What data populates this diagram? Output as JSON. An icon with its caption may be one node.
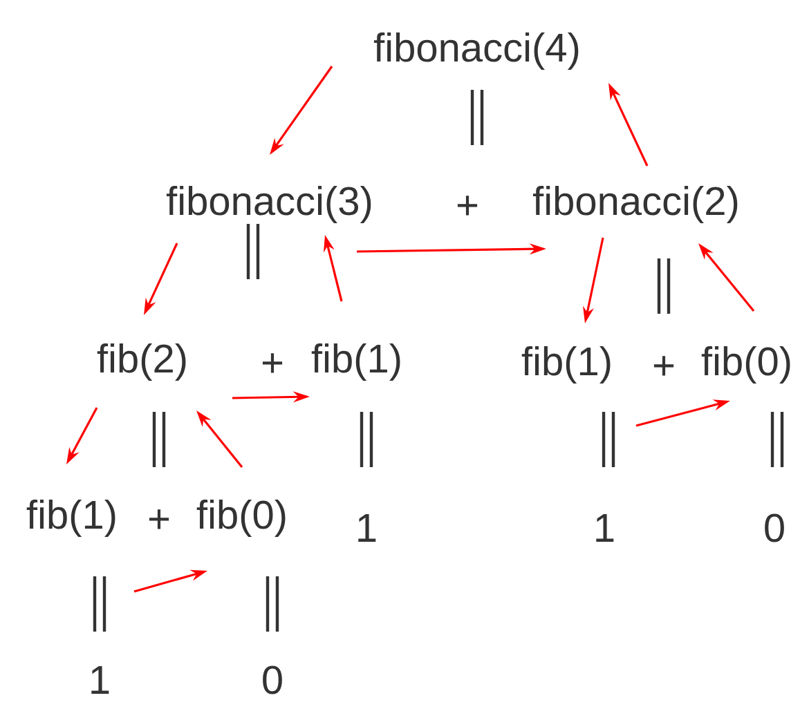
{
  "diagram": {
    "nodes": [
      {
        "text": [
          "fibonacci(4)"
        ]
      },
      {
        "text": [
          "fibonacci(3)"
        ]
      },
      {
        "text": [
          "fibonacci(2)"
        ]
      },
      {
        "text": [
          "fib(2)"
        ]
      },
      {
        "text": [
          "fib(1)"
        ]
      },
      {
        "text": [
          "fib(1)"
        ]
      },
      {
        "text": [
          "fib(0)"
        ]
      },
      {
        "text": [
          "fib(1)"
        ]
      },
      {
        "text": [
          "fib(0)"
        ]
      },
      {
        "text": [
          "1"
        ]
      },
      {
        "text": [
          "1"
        ]
      },
      {
        "text": [
          "0"
        ]
      },
      {
        "text": [
          "1"
        ]
      },
      {
        "text": [
          "0"
        ]
      }
    ],
    "edges": [
      {
        "from": 0,
        "to": 1,
        "arrow": "to"
      },
      {
        "from": 1,
        "to": 3,
        "arrow": "to"
      },
      {
        "from": 3,
        "to": 7,
        "arrow": "to"
      },
      {
        "from": 7,
        "to": 8,
        "arrow": "to"
      },
      {
        "from": 8,
        "to": 3,
        "arrow": "to"
      },
      {
        "from": 3,
        "to": 4,
        "arrow": "to"
      },
      {
        "from": 4,
        "to": 1,
        "arrow": "to"
      },
      {
        "from": 1,
        "to": 2,
        "arrow": "to"
      },
      {
        "from": 2,
        "to": 5,
        "arrow": "to"
      },
      {
        "from": 5,
        "to": 6,
        "arrow": "to"
      },
      {
        "from": 6,
        "to": 2,
        "arrow": "to"
      },
      {
        "from": 2,
        "to": 0,
        "arrow": "to"
      }
    ],
    "labels": [
      "+",
      "+",
      "+",
      "+"
    ]
  }
}
